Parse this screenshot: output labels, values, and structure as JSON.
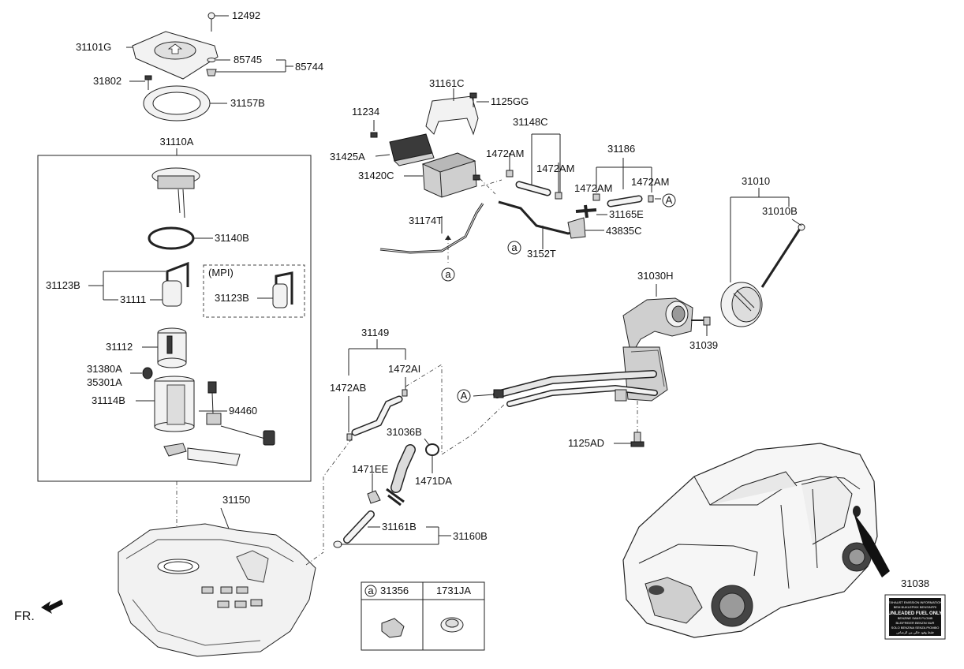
{
  "parts": {
    "p12492": "12492",
    "p31101G": "31101G",
    "p85745": "85745",
    "p85744": "85744",
    "p31802": "31802",
    "p31157B": "31157B",
    "p31110A": "31110A",
    "p31140B": "31140B",
    "p31123B_a": "31123B",
    "p31111": "31111",
    "mpi": "(MPI)",
    "p31123B_b": "31123B",
    "p31112": "31112",
    "p31380A": "31380A",
    "p35301A": "35301A",
    "p31114B": "31114B",
    "p94460": "94460",
    "p31150": "31150",
    "p31161C": "31161C",
    "p1125GG": "1125GG",
    "p11234": "11234",
    "p31148C": "31148C",
    "p31425A": "31425A",
    "p1472AM_1": "1472AM",
    "p31420C": "31420C",
    "p1472AM_2": "1472AM",
    "p31186": "31186",
    "p1472AM_3": "1472AM",
    "p1472AM_4": "1472AM",
    "p31165E": "31165E",
    "p31174T": "31174T",
    "p43835C": "43835C",
    "p3152T": "3152T",
    "p31010": "31010",
    "p31010B": "31010B",
    "p31030H": "31030H",
    "p31039": "31039",
    "p31149": "31149",
    "p1472AI": "1472AI",
    "p1472AB": "1472AB",
    "p31036B": "31036B",
    "p1471EE": "1471EE",
    "p1471DA": "1471DA",
    "p1125AD": "1125AD",
    "p31161B": "31161B",
    "p31160B": "31160B",
    "p31038": "31038"
  },
  "markers": {
    "a": "a",
    "A": "A"
  },
  "legend_table": {
    "col1_marker": "a",
    "col1_part": "31356",
    "col2_part": "1731JA"
  },
  "direction_label": "FR.",
  "fuel_label_lines": [
    "EXHAUST EMISSION INFORMATION",
    "BEM BUKLEPIKK BENSINFRI",
    "UNLEADED FUEL ONLY",
    "BENZINE SANS PLOMB",
    "BLEIFREIER BENZIN NUR",
    "SOLO BENZINA SENZA PIOMBO",
    "فقط وقود خالي من الرصاص"
  ]
}
